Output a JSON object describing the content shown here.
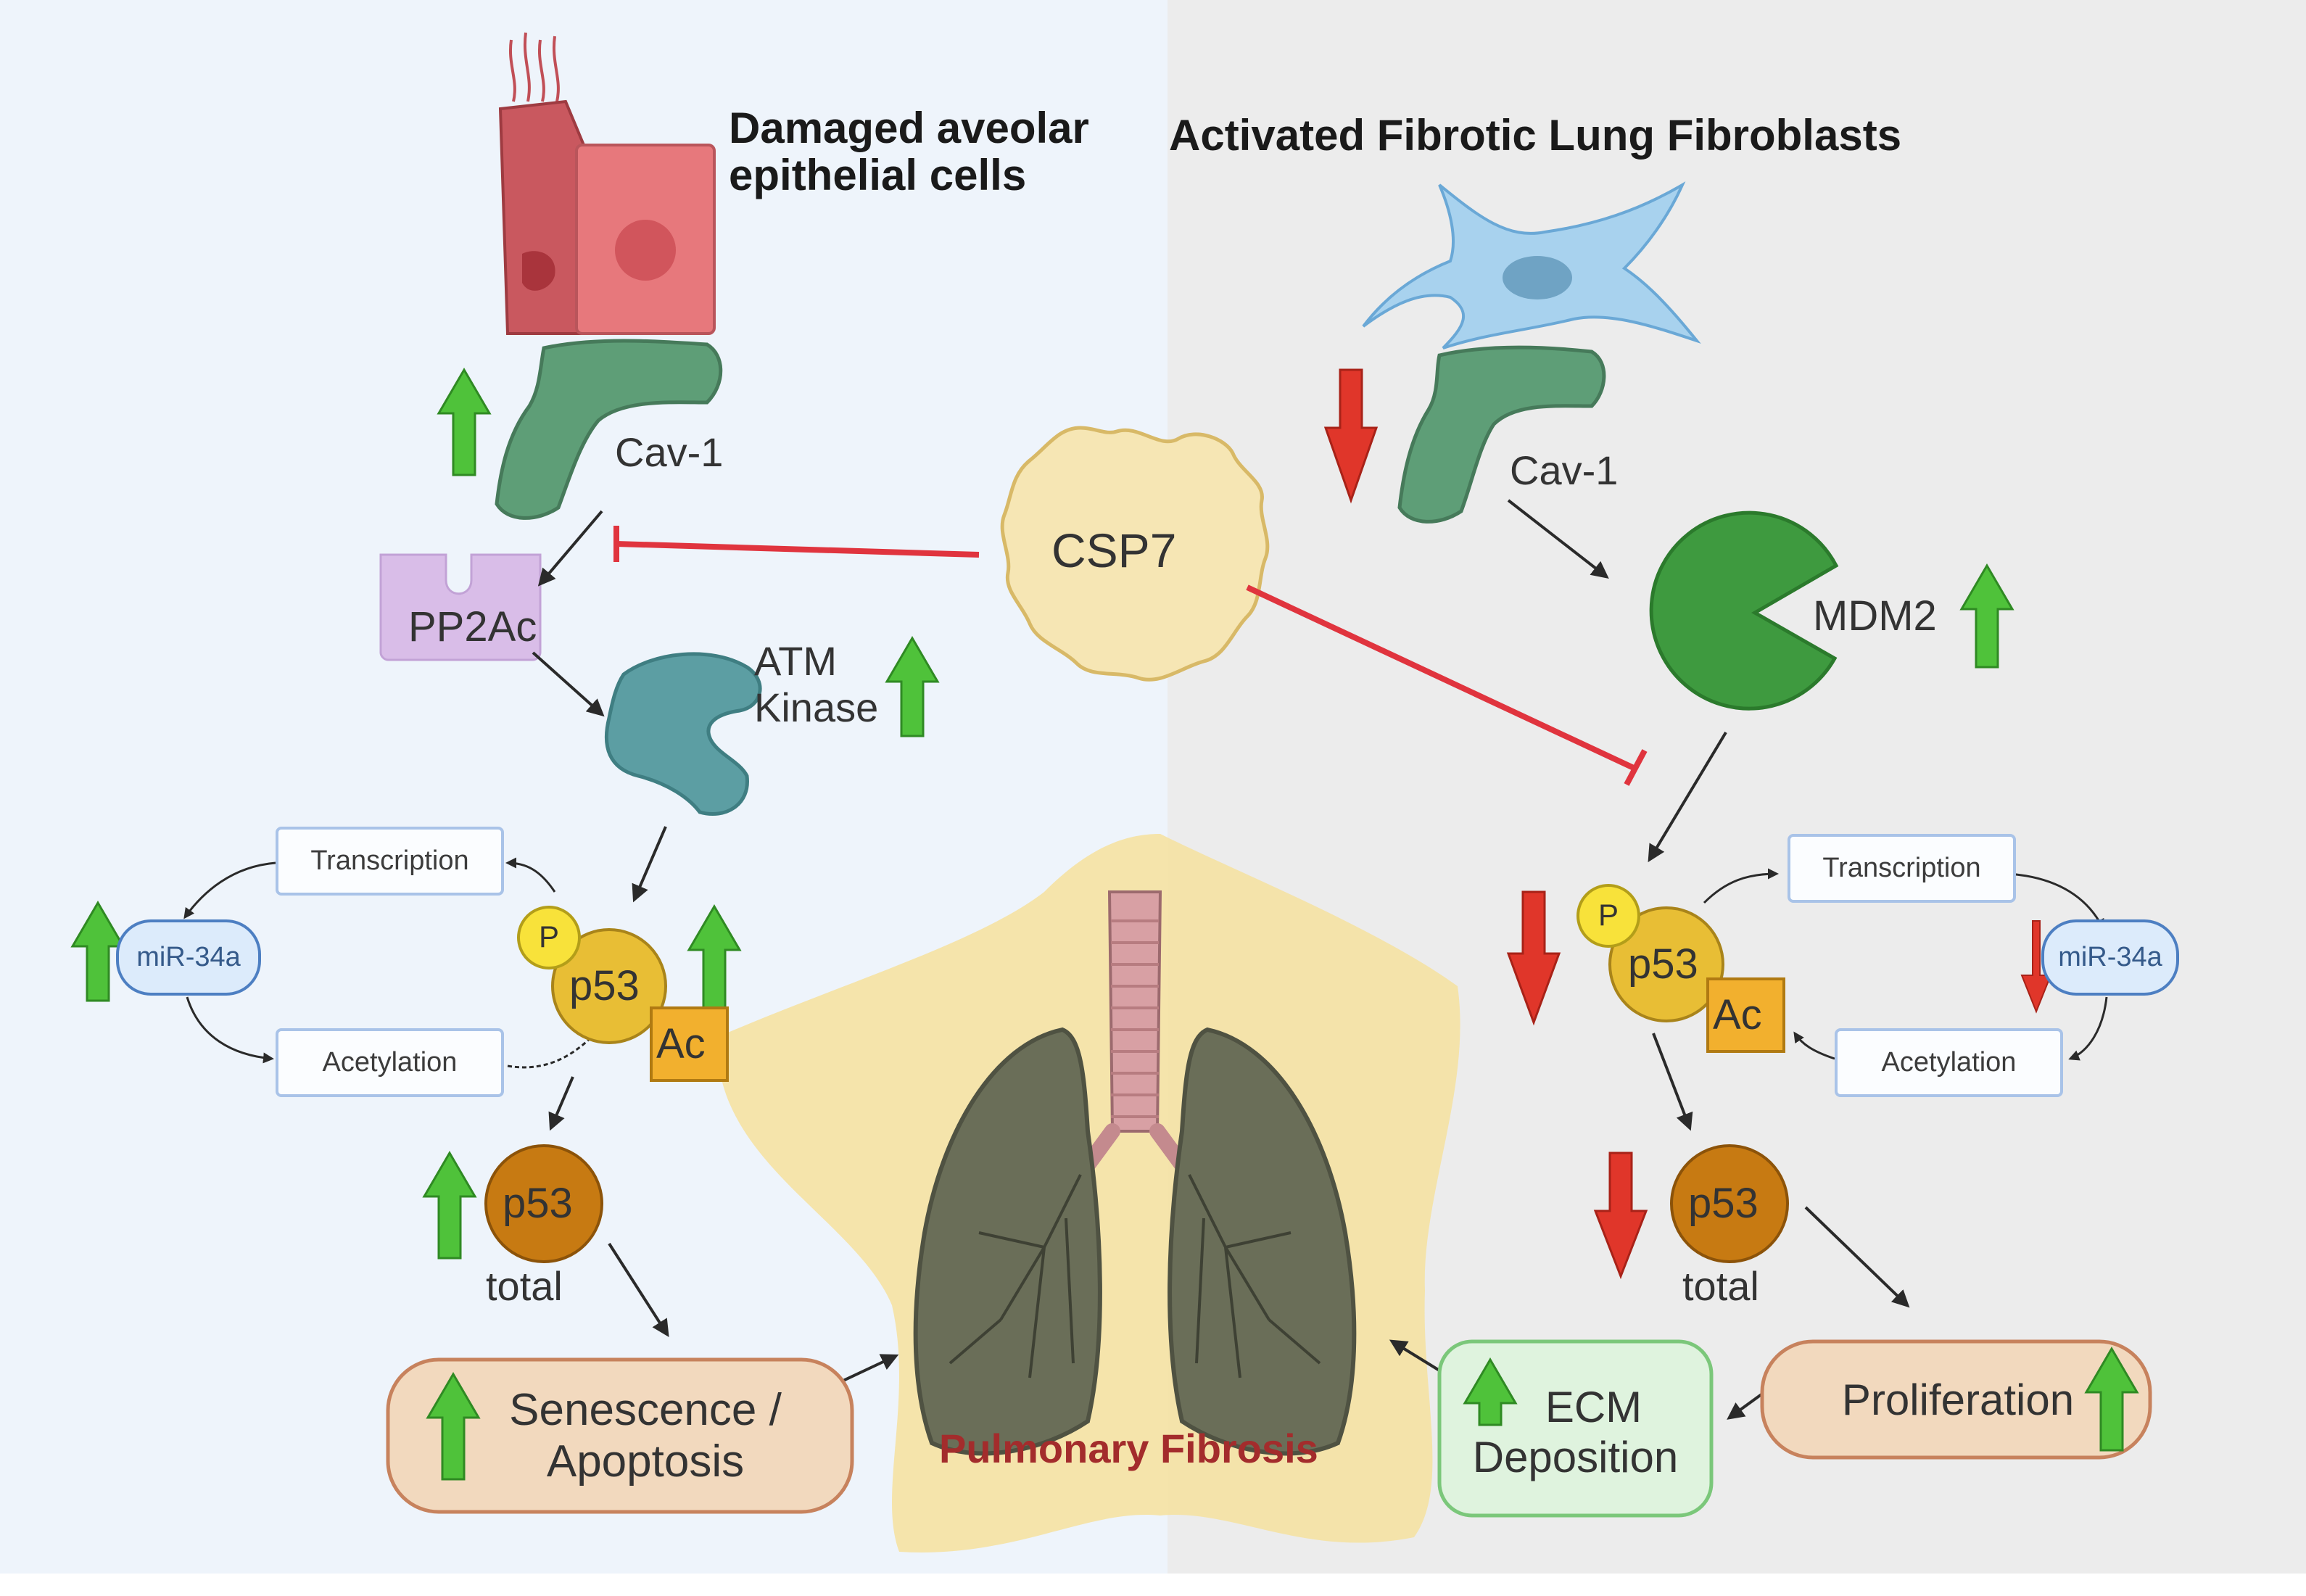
{
  "left_panel": {
    "title_line1": "Damaged aveolar",
    "title_line2": "epithelial cells",
    "cav1_label": "Cav-1",
    "pp2ac_label": "PP2Ac",
    "atm_line1": "ATM",
    "atm_line2": "Kinase",
    "transcription_label": "Transcription",
    "mir_label": "miR-34a",
    "acetylation_label": "Acetylation",
    "p_label": "P",
    "p53_label": "p53",
    "ac_label": "Ac",
    "total_p53_label": "p53",
    "total_label": "total",
    "outcome_line1": "Senescence /",
    "outcome_line2": "Apoptosis"
  },
  "right_panel": {
    "title": "Activated Fibrotic Lung Fibroblasts",
    "cav1_label": "Cav-1",
    "mdm2_label": "MDM2",
    "transcription_label": "Transcription",
    "mir_label": "miR-34a",
    "acetylation_label": "Acetylation",
    "p_label": "P",
    "p53_label": "p53",
    "ac_label": "Ac",
    "total_p53_label": "p53",
    "total_label": "total",
    "proliferation_label": "Proliferation",
    "ecm_line1": "ECM",
    "ecm_line2": "Deposition"
  },
  "center": {
    "csp7_label": "CSP7",
    "outcome_label": "Pulmonary Fibrosis"
  },
  "colors": {
    "left_bg": "#eef4fb",
    "right_bg": "#ececec",
    "up_arrow": "#4fc23a",
    "down_arrow": "#e0362a",
    "inhibit": "#e0343e",
    "cav1": "#5e9e77",
    "pp2ac": "#d9bde8",
    "atm": "#5c9ea3",
    "mdm2": "#3e9a3f",
    "p53_phospho": "#e8be35",
    "p53_total": "#c77a12",
    "csp7": "#f6e6b4",
    "fibrosis_star": "#f4e3a6"
  },
  "icons": [
    "epithelial-cell-icon",
    "fibroblast-icon",
    "cav1-protein-icon",
    "pp2ac-icon",
    "atm-kinase-icon",
    "mdm2-pacman-icon",
    "lungs-icon",
    "up-arrow-icon",
    "down-arrow-icon",
    "inhibition-bar-icon"
  ]
}
